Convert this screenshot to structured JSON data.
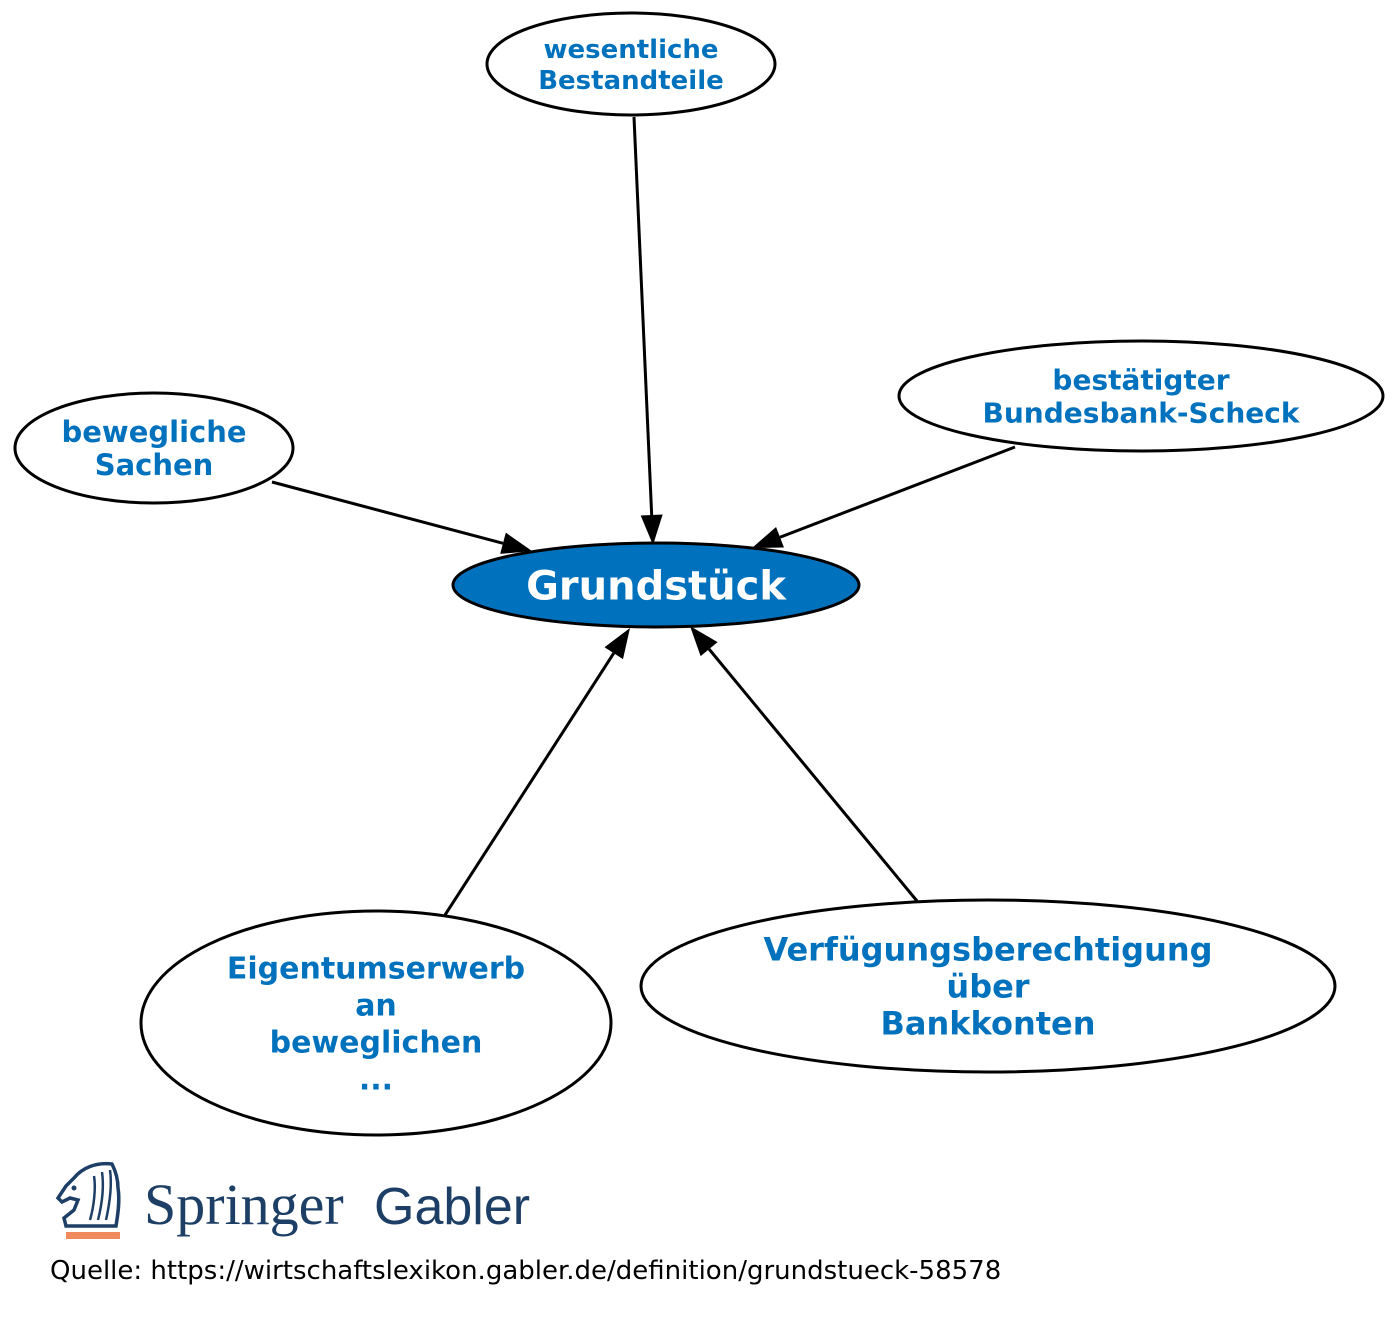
{
  "diagram": {
    "center": {
      "id": "grundstueck",
      "label": "Grundstück"
    },
    "nodes": [
      {
        "id": "wesentliche",
        "lines": [
          "wesentliche",
          "Bestandteile"
        ]
      },
      {
        "id": "bewegliche",
        "lines": [
          "bewegliche",
          "Sachen"
        ]
      },
      {
        "id": "bestaetigter",
        "lines": [
          "bestätigter",
          "Bundesbank-Scheck"
        ]
      },
      {
        "id": "eigentumserwerb",
        "lines": [
          "Eigentumserwerb",
          "an",
          "beweglichen",
          "..."
        ]
      },
      {
        "id": "verfuegung",
        "lines": [
          "Verfügungsberechtigung",
          "über",
          "Bankkonten"
        ]
      }
    ],
    "edges": [
      {
        "from": "wesentliche",
        "to": "grundstueck"
      },
      {
        "from": "bewegliche",
        "to": "grundstueck"
      },
      {
        "from": "bestaetigter",
        "to": "grundstueck"
      },
      {
        "from": "eigentumserwerb",
        "to": "grundstueck"
      },
      {
        "from": "verfuegung",
        "to": "grundstueck"
      }
    ],
    "colors": {
      "node_text": "#0071bc",
      "center_fill": "#0071bc",
      "center_text": "#ffffff",
      "edge": "#000000"
    }
  },
  "logo": {
    "brand": "Springer",
    "imprint": "Gabler",
    "brand_color": "#1d3f66",
    "accent_color": "#f08a5d"
  },
  "footer": {
    "source": "Quelle: https://wirtschaftslexikon.gabler.de/definition/grundstueck-58578"
  }
}
